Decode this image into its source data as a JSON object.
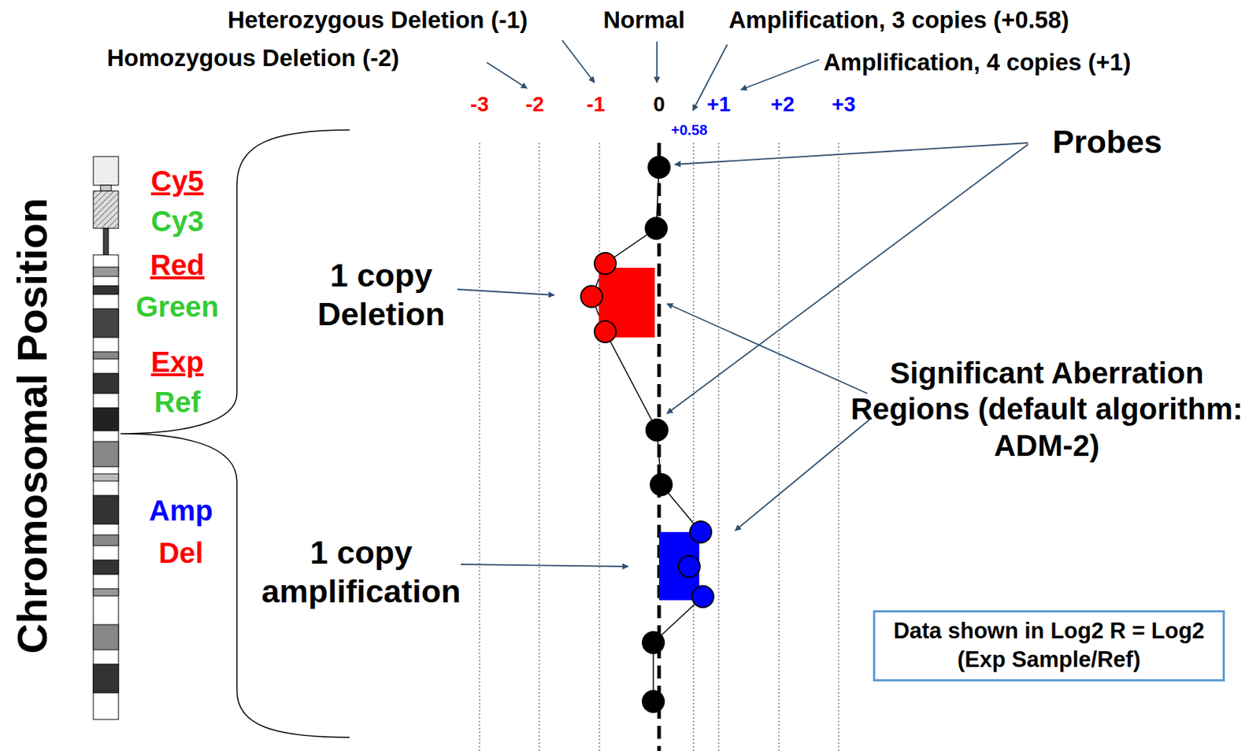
{
  "diagram": {
    "nodes": [
      {
        "text": [
          "Data shown in Log2 R = Log2 (Exp Sample/Ref)"
        ]
      }
    ],
    "labels": [
      "Heterozygous Deletion (-1)",
      "Normal",
      "Amplification, 3 copies (+0.58)",
      "Homozygous Deletion (-2)",
      "Amplification, 4 copies (+1)",
      "-3",
      "-2",
      "-1",
      "0",
      "+1",
      "+2",
      "+3",
      "+0.58",
      "Probes",
      "Chromosomal Position",
      "Cy5",
      "Cy3",
      "Red",
      "Green",
      "Exp",
      "Ref",
      "1 copy Deletion",
      "Significant Aberration Regions (default algorithm: ADM-2)",
      "Amp",
      "Del",
      "1 copy amplification"
    ]
  }
}
